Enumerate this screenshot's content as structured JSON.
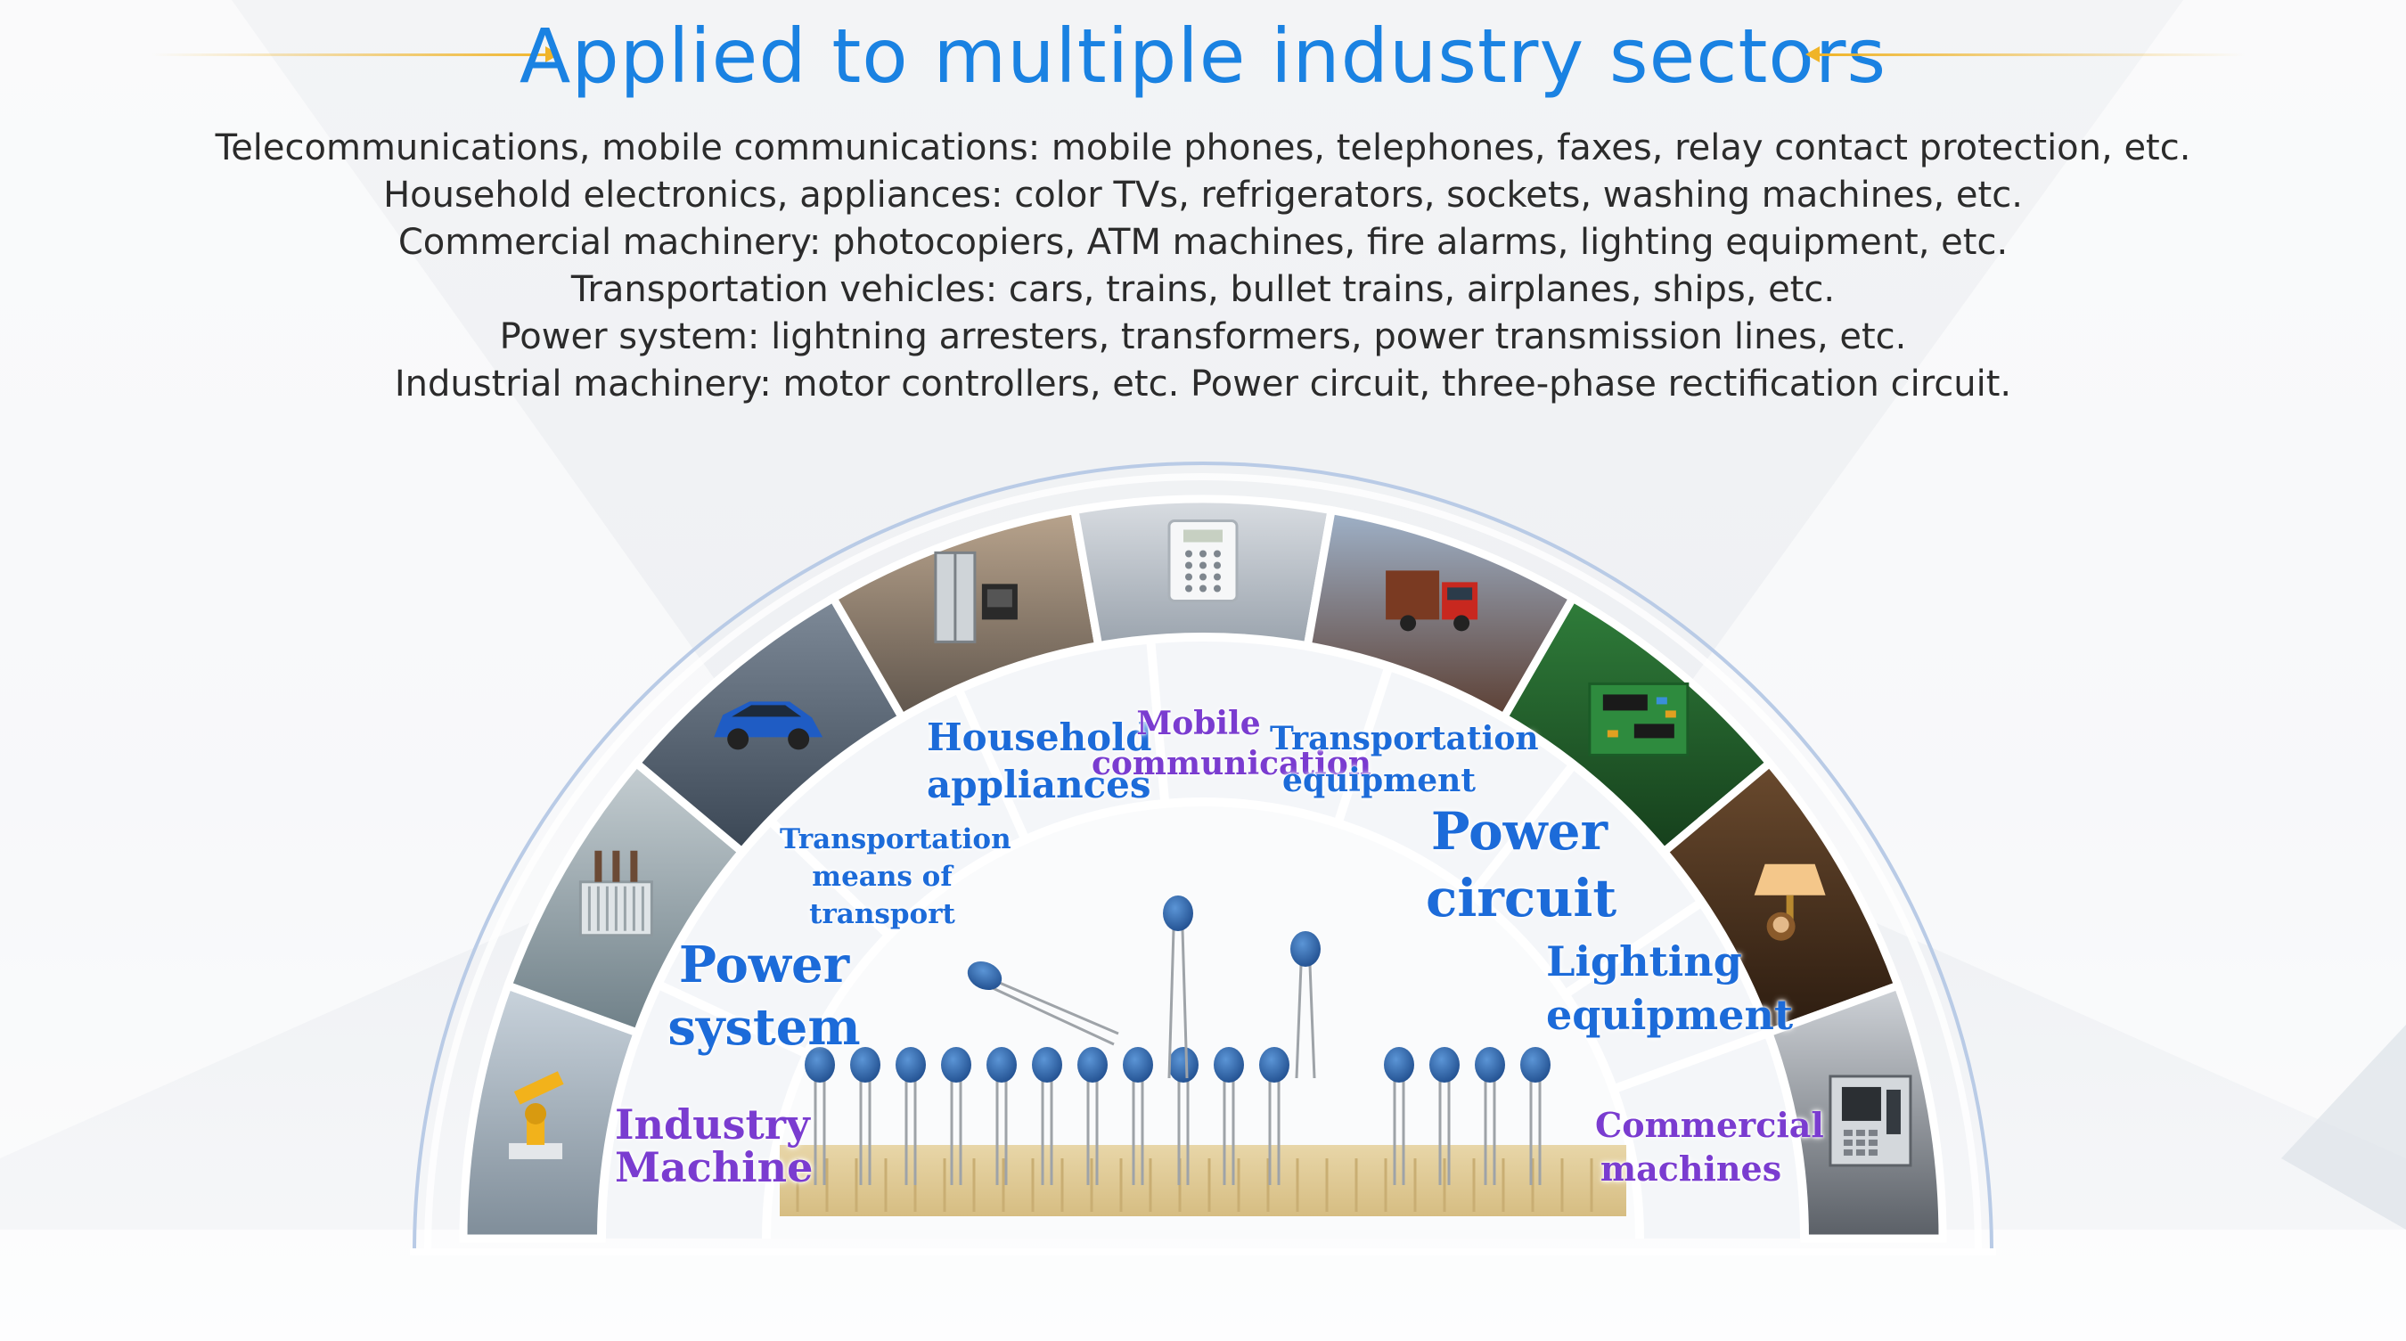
{
  "title": "Applied to multiple industry sectors",
  "description_lines": [
    "Telecommunications, mobile communications: mobile phones, telephones, faxes, relay contact protection, etc.",
    "Household electronics, appliances: color TVs, refrigerators, sockets, washing machines, etc.",
    "Commercial machinery: photocopiers, ATM machines, fire alarms, lighting equipment, etc.",
    "Transportation vehicles: cars, trains, bullet trains, airplanes, ships, etc.",
    "Power system: lightning arresters, transformers, power transmission lines, etc.",
    "Industrial machinery: motor controllers, etc. Power circuit, three-phase rectification circuit."
  ],
  "fan_labels": {
    "industry_machine": [
      "Industry",
      "Machine"
    ],
    "power_system": [
      "Power",
      "system"
    ],
    "transport_means": [
      "Transportation",
      "means of",
      "transport"
    ],
    "household": [
      "Household",
      "appliances"
    ],
    "mobile": [
      "Mobile",
      "communication"
    ],
    "transport_equipment": [
      "Transportation",
      "equipment"
    ],
    "power_circuit": [
      "Power",
      "circuit"
    ],
    "lighting": [
      "Lighting",
      "equipment"
    ],
    "commercial": [
      "Commercial",
      "machines"
    ]
  },
  "segments": [
    {
      "name": "industrial-robot-photo",
      "icon": "robot-arm-icon"
    },
    {
      "name": "transformer-photo",
      "icon": "transformer-icon"
    },
    {
      "name": "car-photo",
      "icon": "car-icon"
    },
    {
      "name": "kitchen-appliances-photo",
      "icon": "refrigerator-icon"
    },
    {
      "name": "telephone-photo",
      "icon": "telephone-icon"
    },
    {
      "name": "truck-photo",
      "icon": "truck-icon"
    },
    {
      "name": "circuit-board-photo",
      "icon": "circuit-board-icon"
    },
    {
      "name": "lamp-photo",
      "icon": "lamp-icon"
    },
    {
      "name": "atm-photo",
      "icon": "atm-icon"
    }
  ],
  "colors": {
    "title": "#1a82e2",
    "accent_rule": "#f0b428",
    "label_blue": "#1c6bd9",
    "label_purple": "#7a3cd0",
    "capacitor": "#2f6fb8"
  }
}
